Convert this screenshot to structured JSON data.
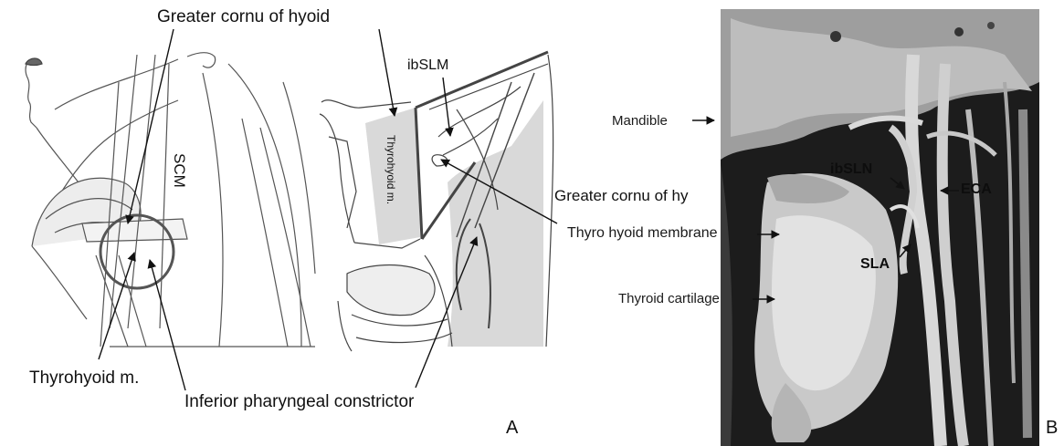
{
  "panelA": {
    "labels": {
      "greater_cornu": "Greater cornu of hyoid",
      "ibslm": "ibSLM",
      "scm": "SCM",
      "thyrohyoid_m_inner": "Thyrohyoid m.",
      "thyrohyoid_m": "Thyrohyoid m.",
      "inferior_constrictor": "Inferior pharyngeal constrictor"
    },
    "letter": "A"
  },
  "panelB": {
    "labels": {
      "mandible": "Mandible",
      "greater_cornu": "Greater cornu of hy",
      "thyro_hyoid_membrane": "Thyro hyoid membrane",
      "thyroid_cartilage": "Thyroid cartilage",
      "ibsln": "ibSLN",
      "sla": "SLA",
      "eca": "ECA"
    },
    "letter": "B"
  },
  "colors": {
    "line": "#444444",
    "shade": "#d9d9d9",
    "circle": "#555555"
  }
}
